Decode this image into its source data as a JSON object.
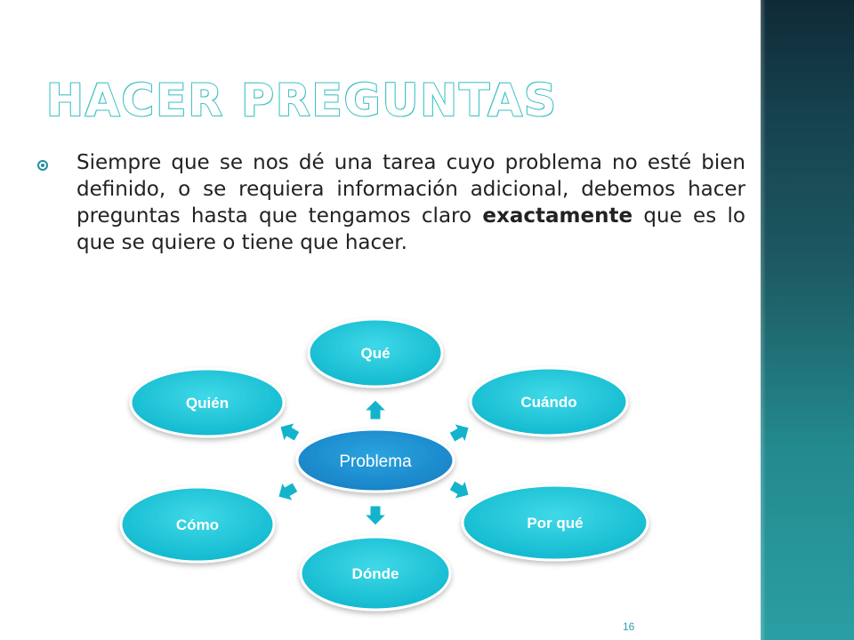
{
  "slide": {
    "title": "HACER PREGUNTAS",
    "bullet": {
      "text_before": "Siempre que se nos dé una tarea cuyo problema no esté bien definido, o se requiera información adicional, debemos hacer preguntas hasta que tengamos claro ",
      "text_bold": "exactamente",
      "text_after": " que es lo que se quiere o  tiene que hacer."
    },
    "page_number": "16"
  },
  "diagram": {
    "center": "Problema",
    "nodes": [
      "Qué",
      "Cuándo",
      "Por qué",
      "Dónde",
      "Cómo",
      "Quién"
    ]
  },
  "colors": {
    "node_fill": "#17c2d6",
    "center_fill": "#1a8fd1",
    "arrow": "#14b3cc",
    "title_stroke": "#3fc1c4",
    "side_band_dark": "#0f2a36",
    "side_band_light": "#2a9fa3"
  }
}
